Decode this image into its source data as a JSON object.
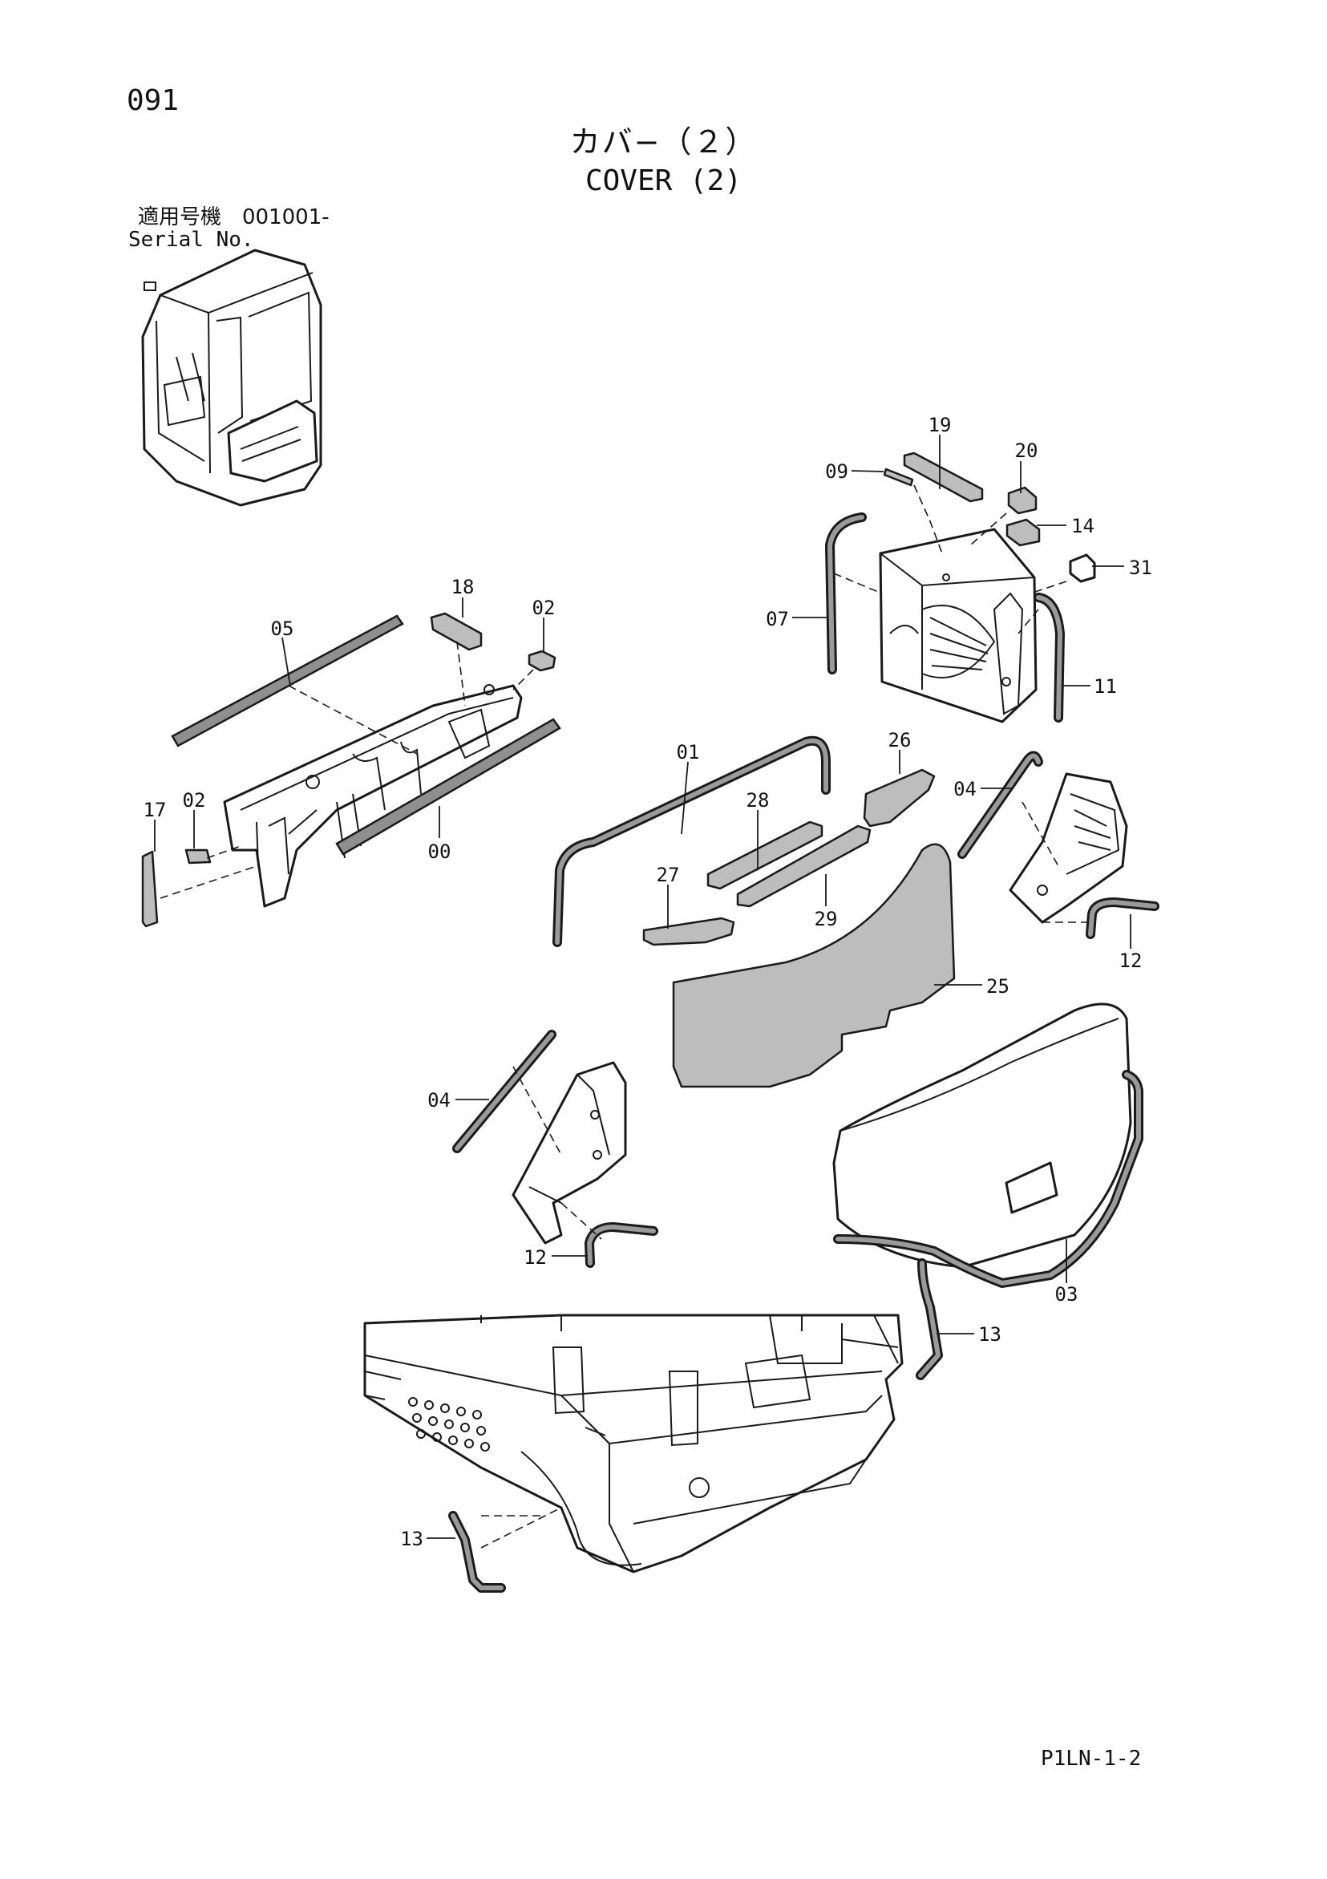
{
  "header": {
    "page_number": "091",
    "title_jp": "カバ−（２）",
    "title_en": "COVER (2)",
    "serial_label_jp": "適用号機　001001-",
    "serial_label_en": "Serial No."
  },
  "footer": {
    "page_code": "P1LN-1-2"
  },
  "callouts": {
    "c19": "19",
    "c20": "20",
    "c09": "09",
    "c14": "14",
    "c31": "31",
    "c07": "07",
    "c11": "11",
    "c18": "18",
    "c02a": "02",
    "c05": "05",
    "c01": "01",
    "c26": "26",
    "c04a": "04",
    "c28": "28",
    "c17": "17",
    "c02b": "02",
    "c00": "00",
    "c27": "27",
    "c29": "29",
    "c12a": "12",
    "c25": "25",
    "c04b": "04",
    "c12b": "12",
    "c03": "03",
    "c13a": "13",
    "c13b": "13"
  }
}
